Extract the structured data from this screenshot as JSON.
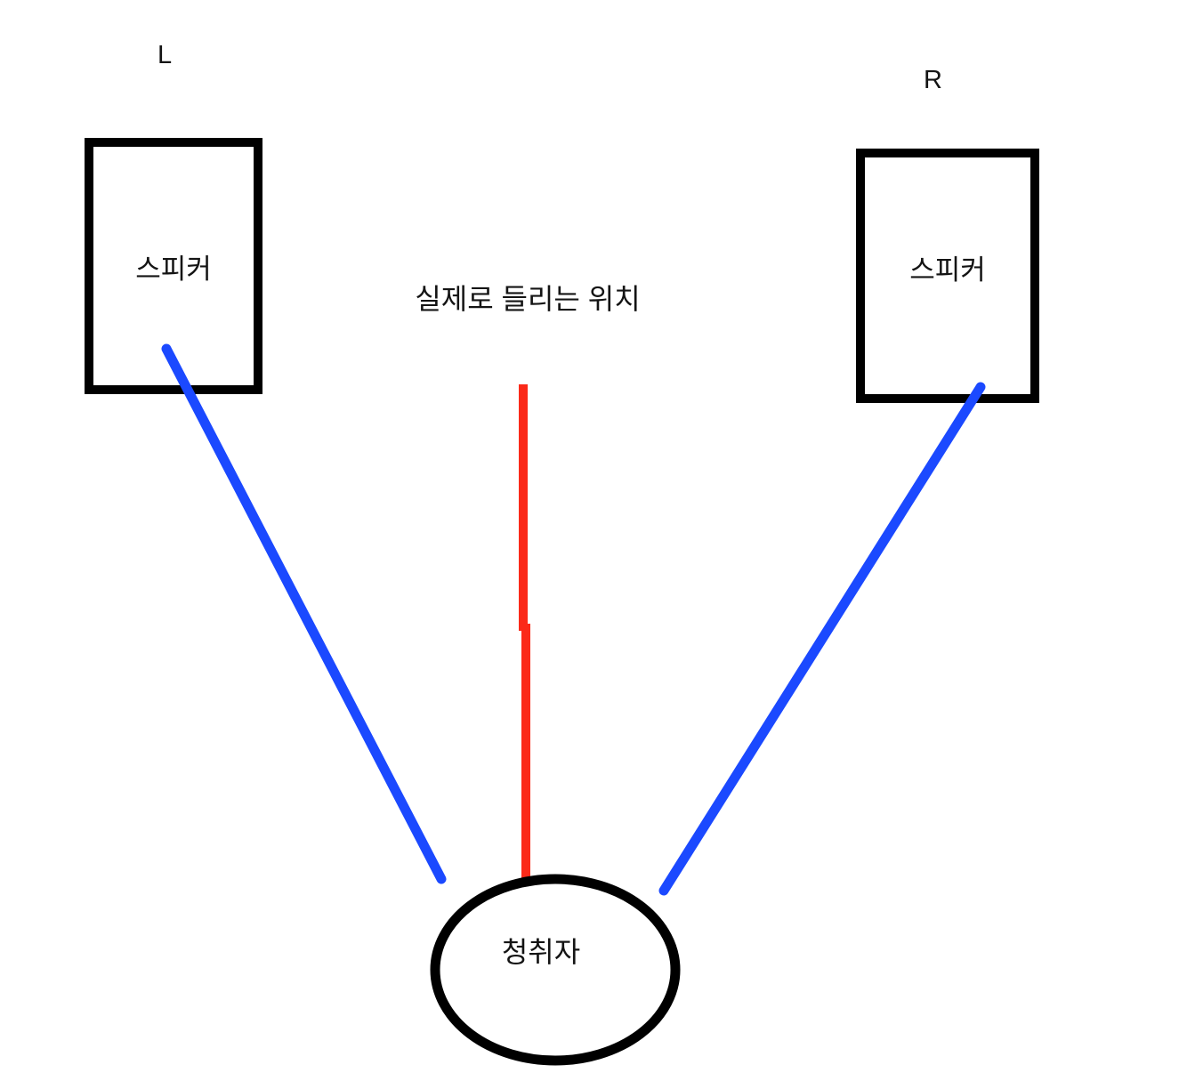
{
  "diagram": {
    "description": "stereo-speaker-phantom-center-listening-diagram",
    "left_speaker": {
      "channel": "L",
      "label": "스피커"
    },
    "right_speaker": {
      "channel": "R",
      "label": "스피커"
    },
    "phantom_source": {
      "label": "실제로 들리는 위치"
    },
    "listener": {
      "label": "청취자"
    }
  },
  "colors": {
    "background": "#ffffff",
    "outline": "#000000",
    "speaker_path_blue": "#1b49ff",
    "phantom_path_red": "#fb2a19"
  }
}
